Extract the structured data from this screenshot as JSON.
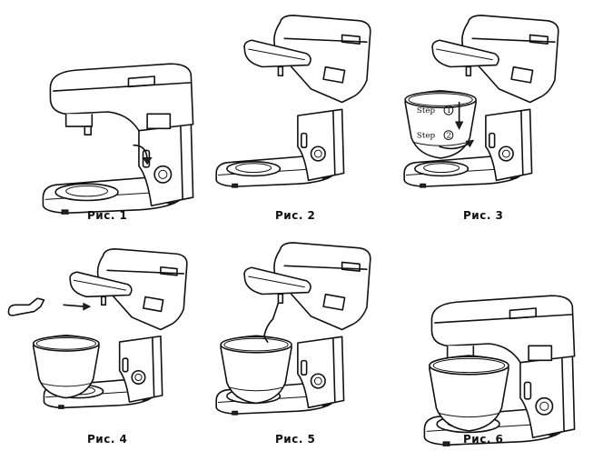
{
  "figures": [
    {
      "id": "fig1",
      "caption": "Рис. 1"
    },
    {
      "id": "fig2",
      "caption": "Рис. 2"
    },
    {
      "id": "fig3",
      "caption": "Рис. 3"
    },
    {
      "id": "fig4",
      "caption": "Рис. 4"
    },
    {
      "id": "fig5",
      "caption": "Рис. 5"
    },
    {
      "id": "fig6",
      "caption": "Рис. 6"
    }
  ],
  "step_labels": {
    "step1": "Step",
    "step2": "Step",
    "num1": "1",
    "num2": "2"
  },
  "colors": {
    "line": "#111111",
    "background": "#ffffff"
  }
}
